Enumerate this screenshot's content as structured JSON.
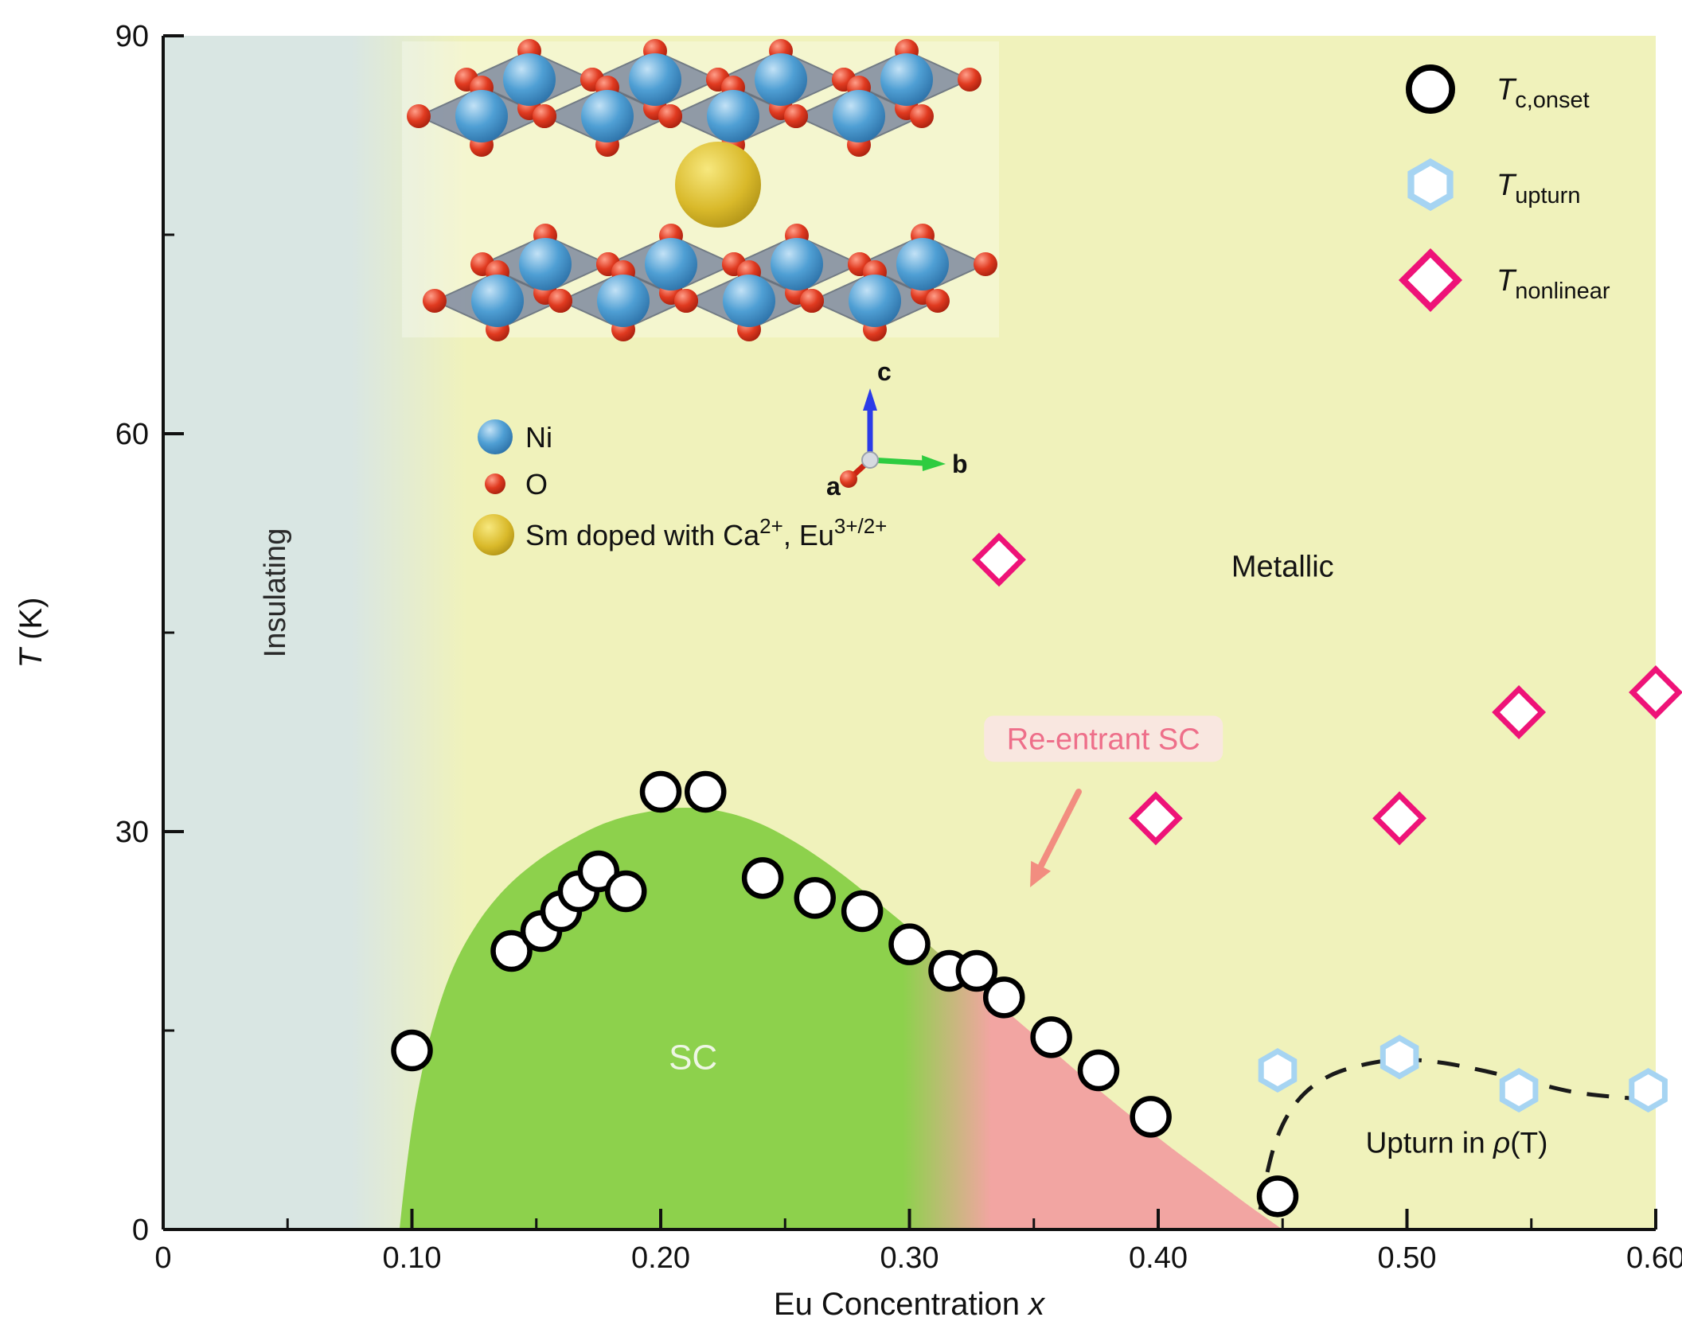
{
  "chart_data": {
    "type": "scatter",
    "title": "",
    "xlabel_parts": [
      "Eu Concentration ",
      "x"
    ],
    "ylabel_parts": [
      "T",
      " (K)"
    ],
    "xlim": [
      0,
      0.6
    ],
    "ylim": [
      0,
      90
    ],
    "grid": false,
    "legend_position": "top-right",
    "xticks": {
      "major": [
        0,
        0.1,
        0.2,
        0.3,
        0.4,
        0.5,
        0.6
      ],
      "labels": [
        "0",
        "0.10",
        "0.20",
        "0.30",
        "0.40",
        "0.50",
        "0.60"
      ],
      "minor": [
        0.05,
        0.15,
        0.25,
        0.35,
        0.45,
        0.55
      ]
    },
    "yticks": {
      "major": [
        0,
        30,
        60,
        90
      ],
      "labels": [
        "0",
        "30",
        "60",
        "90"
      ],
      "minor": [
        15,
        45,
        75
      ]
    },
    "series": [
      {
        "id": "tc-onset",
        "name": "Tc,onset",
        "marker": "circle",
        "stroke": "#000000",
        "fill": "#ffffff",
        "points": [
          [
            0.1,
            13.5
          ],
          [
            0.14,
            21
          ],
          [
            0.152,
            22.5
          ],
          [
            0.16,
            24
          ],
          [
            0.167,
            25.5
          ],
          [
            0.175,
            27
          ],
          [
            0.186,
            25.5
          ],
          [
            0.2,
            33
          ],
          [
            0.218,
            33
          ],
          [
            0.241,
            26.5
          ],
          [
            0.262,
            25
          ],
          [
            0.281,
            24
          ],
          [
            0.3,
            21.5
          ],
          [
            0.316,
            19.5
          ],
          [
            0.327,
            19.5
          ],
          [
            0.338,
            17.5
          ],
          [
            0.357,
            14.5
          ],
          [
            0.376,
            12
          ],
          [
            0.397,
            8.5
          ],
          [
            0.448,
            2.5
          ]
        ]
      },
      {
        "id": "t-upturn",
        "name": "Tupturn",
        "marker": "hexagon",
        "stroke": "#a6d4f2",
        "fill": "#ffffff",
        "points": [
          [
            0.448,
            12
          ],
          [
            0.497,
            13
          ],
          [
            0.545,
            10.5
          ],
          [
            0.597,
            10.5
          ]
        ]
      },
      {
        "id": "t-nonlinear",
        "name": "Tnonlinear",
        "marker": "diamond",
        "stroke": "#ee1378",
        "fill": "#ffffff",
        "points": [
          [
            0.336,
            50.5
          ],
          [
            0.399,
            31
          ],
          [
            0.497,
            31
          ],
          [
            0.545,
            39
          ],
          [
            0.6,
            40.5
          ]
        ]
      }
    ],
    "regions": {
      "insulating": {
        "label": "Insulating",
        "x_range": [
          0,
          0.095
        ],
        "color": "#d9e6e3"
      },
      "metallic": {
        "label": "Metallic",
        "color": "#f0f2bb"
      },
      "sc_dome": {
        "label": "SC",
        "color_left": "#8dd14c",
        "color_right": "#f2a5a2",
        "color_split": [
          0.57,
          0.67
        ],
        "boundary": [
          [
            0.095,
            0
          ],
          [
            0.098,
            5
          ],
          [
            0.102,
            10
          ],
          [
            0.108,
            15
          ],
          [
            0.116,
            19.5
          ],
          [
            0.126,
            23
          ],
          [
            0.138,
            25.8
          ],
          [
            0.152,
            28
          ],
          [
            0.166,
            29.6
          ],
          [
            0.18,
            30.8
          ],
          [
            0.195,
            31.5
          ],
          [
            0.21,
            31.8
          ],
          [
            0.225,
            31.5
          ],
          [
            0.24,
            30.6
          ],
          [
            0.255,
            29.1
          ],
          [
            0.27,
            27.2
          ],
          [
            0.285,
            25
          ],
          [
            0.3,
            22.7
          ],
          [
            0.315,
            20.3
          ],
          [
            0.33,
            17.9
          ],
          [
            0.345,
            15.5
          ],
          [
            0.36,
            13.1
          ],
          [
            0.375,
            10.7
          ],
          [
            0.39,
            8.4
          ],
          [
            0.405,
            6.2
          ],
          [
            0.42,
            4.1
          ],
          [
            0.435,
            2
          ],
          [
            0.45,
            0
          ]
        ]
      },
      "upturn_curve": {
        "style": "dashed",
        "color": "#1a1a1a",
        "points": [
          [
            0.441,
            1.5
          ],
          [
            0.4435,
            4
          ],
          [
            0.447,
            6.5
          ],
          [
            0.452,
            8.6
          ],
          [
            0.459,
            10.3
          ],
          [
            0.469,
            11.6
          ],
          [
            0.482,
            12.4
          ],
          [
            0.497,
            12.8
          ],
          [
            0.513,
            12.6
          ],
          [
            0.53,
            12
          ],
          [
            0.548,
            11.2
          ],
          [
            0.566,
            10.4
          ],
          [
            0.583,
            10
          ],
          [
            0.6,
            9.8
          ]
        ]
      }
    },
    "annotations": {
      "insulating": {
        "x": 0.049,
        "y": 48
      },
      "metallic": {
        "text": "Metallic",
        "x": 0.45,
        "y": 50
      },
      "sc": {
        "x": 0.213,
        "y": 13
      },
      "reentrant": {
        "text": "Re-entrant SC",
        "x": 0.378,
        "y": 37
      },
      "upturn": {
        "text_parts": [
          "Upturn in ",
          "ρ",
          "(T)"
        ],
        "x": 0.52,
        "y": 6.5
      },
      "arrow": {
        "from": [
          0.368,
          33
        ],
        "to": [
          0.3485,
          25.8
        ],
        "color": "#f28d80"
      }
    }
  },
  "legend": {
    "items": [
      {
        "symbol": "T",
        "subscript": "c,onset",
        "marker": "circle"
      },
      {
        "symbol": "T",
        "subscript": "upturn",
        "marker": "hexagon"
      },
      {
        "symbol": "T",
        "subscript": "nonlinear",
        "marker": "diamond"
      }
    ]
  },
  "inset": {
    "legend": {
      "ni": "Ni",
      "o": "O",
      "sm_parts": [
        "Sm doped with Ca",
        "2+",
        ", Eu",
        "3+/2+"
      ]
    },
    "axes": {
      "a": "a",
      "b": "b",
      "c": "c"
    },
    "colors": {
      "ni": "#4b9ed2",
      "o": "#d93a1f",
      "sm": "#d4b62c",
      "plane": "#7f8aa0"
    }
  }
}
